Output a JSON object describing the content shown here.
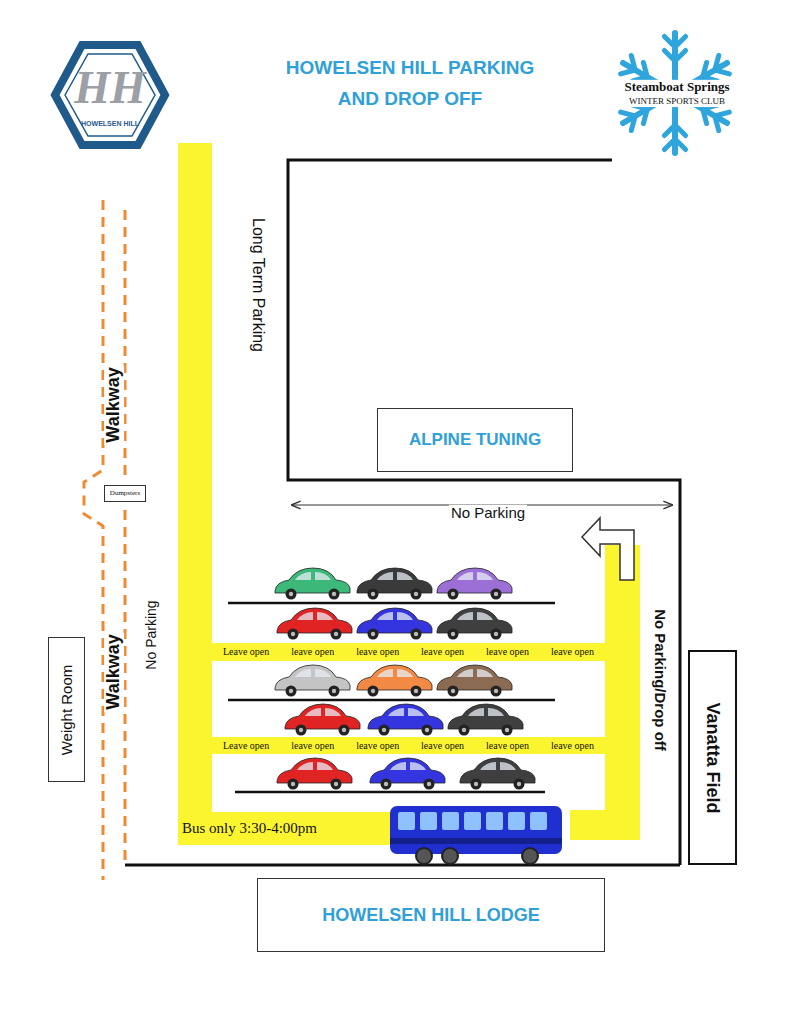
{
  "diagram": {
    "title": "HOWELSEN HILL PARKING AND DROP OFF",
    "nodes": [
      {
        "text": [
          "ALPINE TUNING"
        ]
      },
      {
        "text": [
          "Dumpsters"
        ]
      },
      {
        "text": [
          "Leave open",
          "leave open",
          "leave open",
          "leave open",
          "leave open",
          "leave open"
        ]
      },
      {
        "text": [
          "Weight Room"
        ]
      },
      {
        "text": [
          "Leave open",
          "leave open",
          "leave open",
          "leave open",
          "leave open",
          "leave open"
        ]
      },
      {
        "text": [
          "Vanatta Field"
        ]
      },
      {
        "text": [
          "Bus only 3:30-4:00pm"
        ]
      },
      {
        "text": [
          "HOWELSEN HILL LODGE"
        ]
      }
    ],
    "labels": [
      "HH",
      "HOWELSEN HILL",
      "Steamboat Springs",
      "WINTER SPORTS CLUB",
      "Long Term Parking",
      "No Parking",
      "Walkway",
      "Walkway",
      "No Parking",
      "No Parking/Drop off"
    ]
  }
}
